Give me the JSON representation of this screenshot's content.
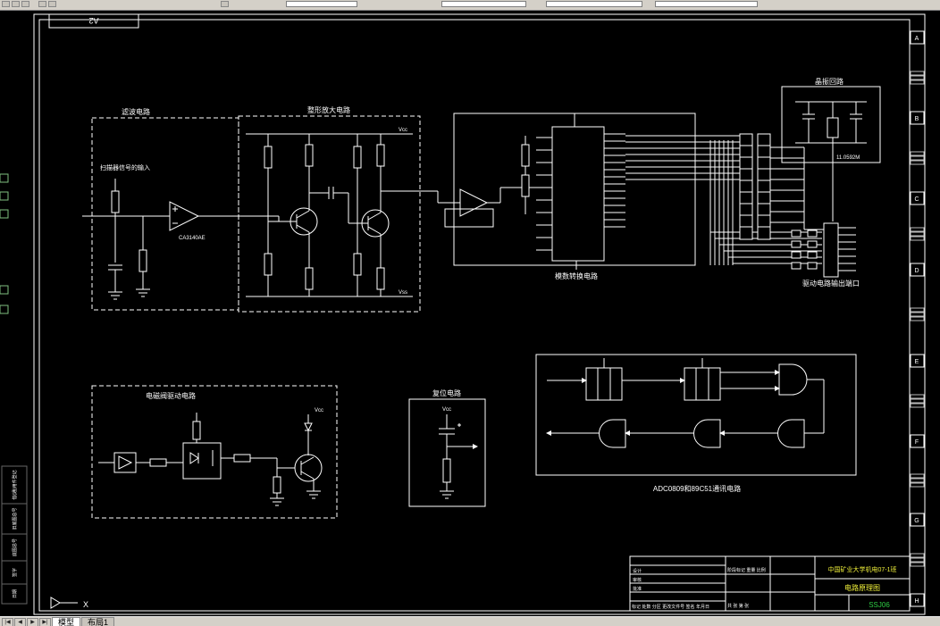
{
  "toolbar": {
    "combos": [
      "",
      "",
      "",
      ""
    ]
  },
  "sheet": {
    "size_label": "A2",
    "zones": [
      "A",
      "B",
      "C",
      "D",
      "E",
      "F",
      "G",
      "H"
    ]
  },
  "margin": {
    "labels": [
      {
        "text": "借(通)用件登记",
        "color": "#00e5e5"
      },
      {
        "text": "旧底图总号",
        "color": "#22cc44"
      },
      {
        "text": "底图总号",
        "color": "#22cc44"
      },
      {
        "text": "签字",
        "color": "#22cc44"
      },
      {
        "text": "日期",
        "color": "#22cc44"
      }
    ]
  },
  "blocks": {
    "filter": {
      "title": "滤波电路",
      "input_label": "扫描器信号的输入",
      "opamp_label": "CA3140AE"
    },
    "shaping": {
      "title": "整形放大电路",
      "vcc": "Vcc",
      "vss": "Vss"
    },
    "adc": {
      "title": "模数转换电路"
    },
    "driver": {
      "title": "驱动电路输出端口"
    },
    "osc": {
      "title": "晶振回路",
      "crystal_label": "11.0592M"
    },
    "solenoid": {
      "title": "电磁阀驱动电路"
    },
    "reset": {
      "title": "复位电路",
      "vcc": "Vcc"
    },
    "comm": {
      "title": "ADC0809和89C51通讯电路"
    }
  },
  "title_block": {
    "company": "中国矿业大学机电07-1班",
    "drawing_title": "电路原理图",
    "drawing_number": "SSJ06",
    "revision_row": "标记 处数 分区 更改文件号 签名 年月日",
    "left_rows": [
      "设计",
      "审核",
      "批准"
    ],
    "stage_row": "阶段标记 重量 比例",
    "sheet_row": "共 张 第 张"
  },
  "ucs": {
    "x_label": "X"
  },
  "statusbar": {
    "nav": [
      "|◀",
      "◀",
      "▶",
      "▶|"
    ],
    "tabs": [
      "模型",
      "布局1"
    ]
  }
}
